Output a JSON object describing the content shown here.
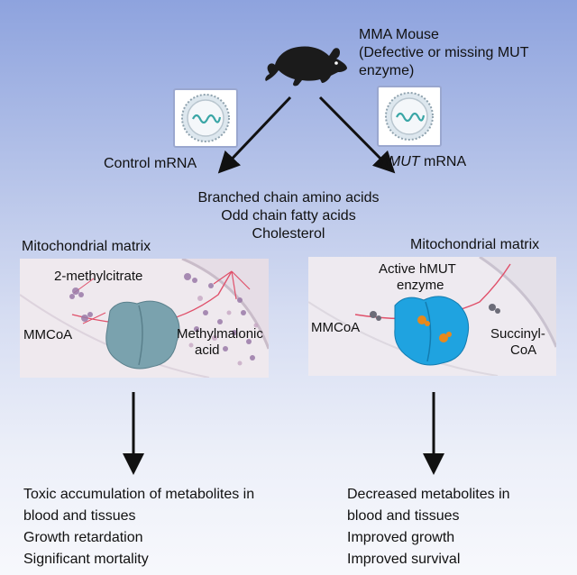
{
  "mouse": {
    "label_line1": "MMA Mouse",
    "label_line2": "(Defective or missing MUT",
    "label_line3": "enzyme)"
  },
  "left_branch": {
    "mrna_label": "Control mRNA",
    "compartment_label": "Mitochondrial matrix",
    "panel": {
      "label_2mc": "2-methylcitrate",
      "label_mmcoa": "MMCoA",
      "label_mma_line1": "Methylmalonic",
      "label_mma_line2": "acid"
    },
    "outcomes": [
      "Toxic accumulation of metabolites in",
      "blood and tissues",
      "Growth retardation",
      "Significant mortality"
    ]
  },
  "right_branch": {
    "mrna_label_italic": "hMUT",
    "mrna_label_rest": " mRNA",
    "compartment_label": "Mitochondrial matrix",
    "panel": {
      "label_enzyme_line1": "Active hMUT",
      "label_enzyme_line2": "enzyme",
      "label_mmcoa": "MMCoA",
      "label_product_line1": "Succinyl-",
      "label_product_line2": "CoA"
    },
    "outcomes": [
      "Decreased metabolites in",
      "blood and tissues",
      "Improved growth",
      "Improved survival"
    ]
  },
  "substrates": [
    "Branched chain amino acids",
    "Odd chain fatty acids",
    "Cholesterol"
  ],
  "colors": {
    "arrow": "#111111",
    "enzyme_inactive": "#6f9aa8",
    "enzyme_active": "#1fa3e0",
    "cofactor": "#e8891c",
    "toxic_molecules": "#9a7aa8",
    "pathway_line": "#e0506a"
  },
  "icons": [
    "mouse-icon",
    "lipid-nanoparticle-icon",
    "mrna-strand-icon"
  ]
}
